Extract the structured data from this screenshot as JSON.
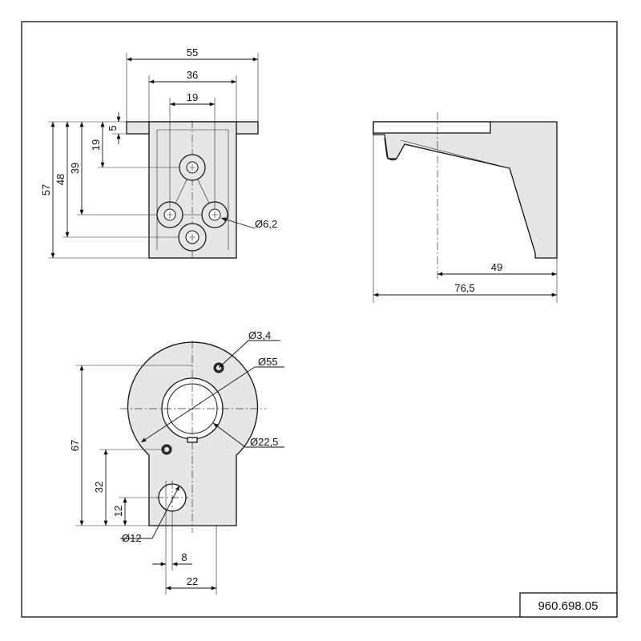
{
  "drawing_number": "960.698.05",
  "front_view": {
    "dims": [
      "55",
      "36",
      "19",
      "5",
      "19",
      "39",
      "48",
      "57",
      "Ø6,2"
    ]
  },
  "side_view": {
    "dims": [
      "49",
      "76,5"
    ]
  },
  "top_view": {
    "dims": [
      "Ø3,4",
      "Ø55",
      "Ø22,5",
      "67",
      "32",
      "12",
      "Ø12",
      "8",
      "22"
    ]
  }
}
